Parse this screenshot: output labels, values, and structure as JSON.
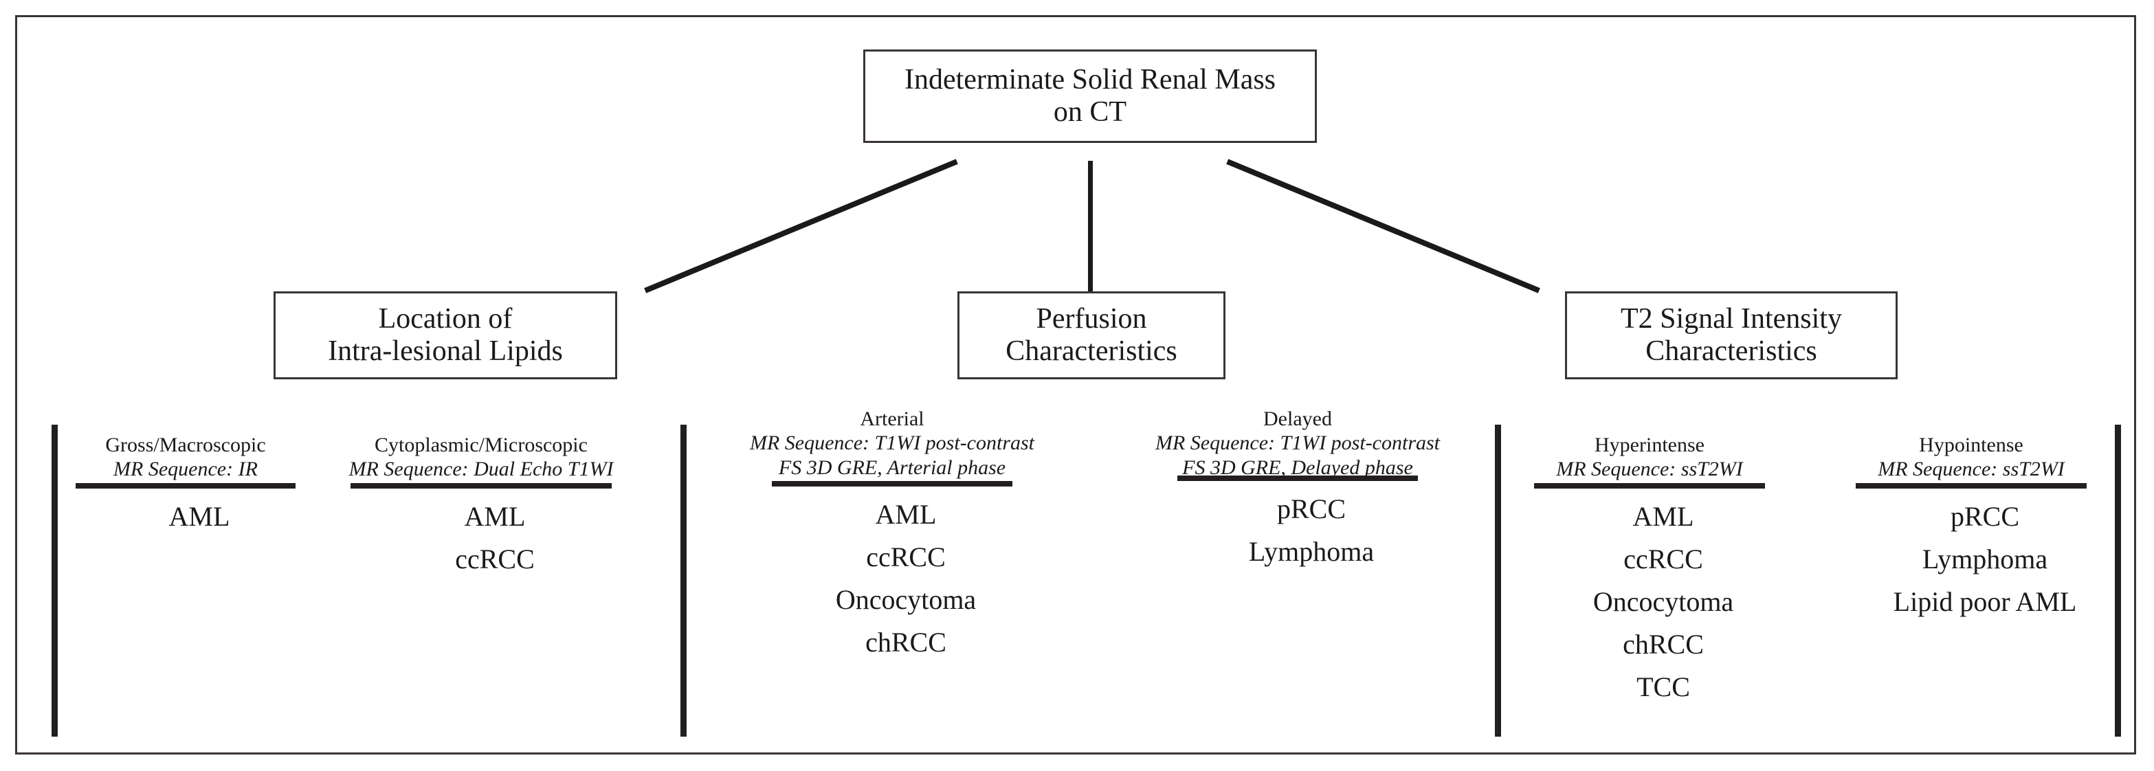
{
  "diagram": {
    "root": {
      "lines": [
        "Indeterminate Solid Renal Mass",
        "on CT"
      ]
    },
    "categories": [
      {
        "lines": [
          "Location of",
          "Intra-lesional Lipids"
        ]
      },
      {
        "lines": [
          "Perfusion",
          "Characteristics"
        ]
      },
      {
        "lines": [
          "T2 Signal Intensity",
          "Characteristics"
        ]
      }
    ],
    "columns": [
      {
        "title": "Gross/Macroscopic",
        "sequence": [
          "MR Sequence: IR"
        ],
        "items": [
          "AML"
        ]
      },
      {
        "title": "Cytoplasmic/Microscopic",
        "sequence": [
          "MR Sequence: Dual Echo T1WI"
        ],
        "items": [
          "AML",
          "ccRCC"
        ]
      },
      {
        "title": "Arterial",
        "sequence": [
          "MR Sequence: T1WI post-contrast",
          "FS 3D GRE, Arterial phase"
        ],
        "items": [
          "AML",
          "ccRCC",
          "Oncocytoma",
          "chRCC"
        ]
      },
      {
        "title": "Delayed",
        "sequence": [
          "MR Sequence: T1WI post-contrast",
          "FS 3D GRE, Delayed phase"
        ],
        "items": [
          "pRCC",
          "Lymphoma"
        ]
      },
      {
        "title": "Hyperintense",
        "sequence": [
          "MR Sequence: ssT2WI"
        ],
        "items": [
          "AML",
          "ccRCC",
          "Oncocytoma",
          "chRCC",
          "TCC"
        ]
      },
      {
        "title": "Hypointense",
        "sequence": [
          "MR Sequence: ssT2WI"
        ],
        "items": [
          "pRCC",
          "Lymphoma",
          "Lipid poor AML"
        ]
      }
    ],
    "colors": {
      "ink": "#1a1a1a",
      "frame": "#3a3436",
      "rule": "#231f20",
      "background": "#ffffff"
    }
  }
}
